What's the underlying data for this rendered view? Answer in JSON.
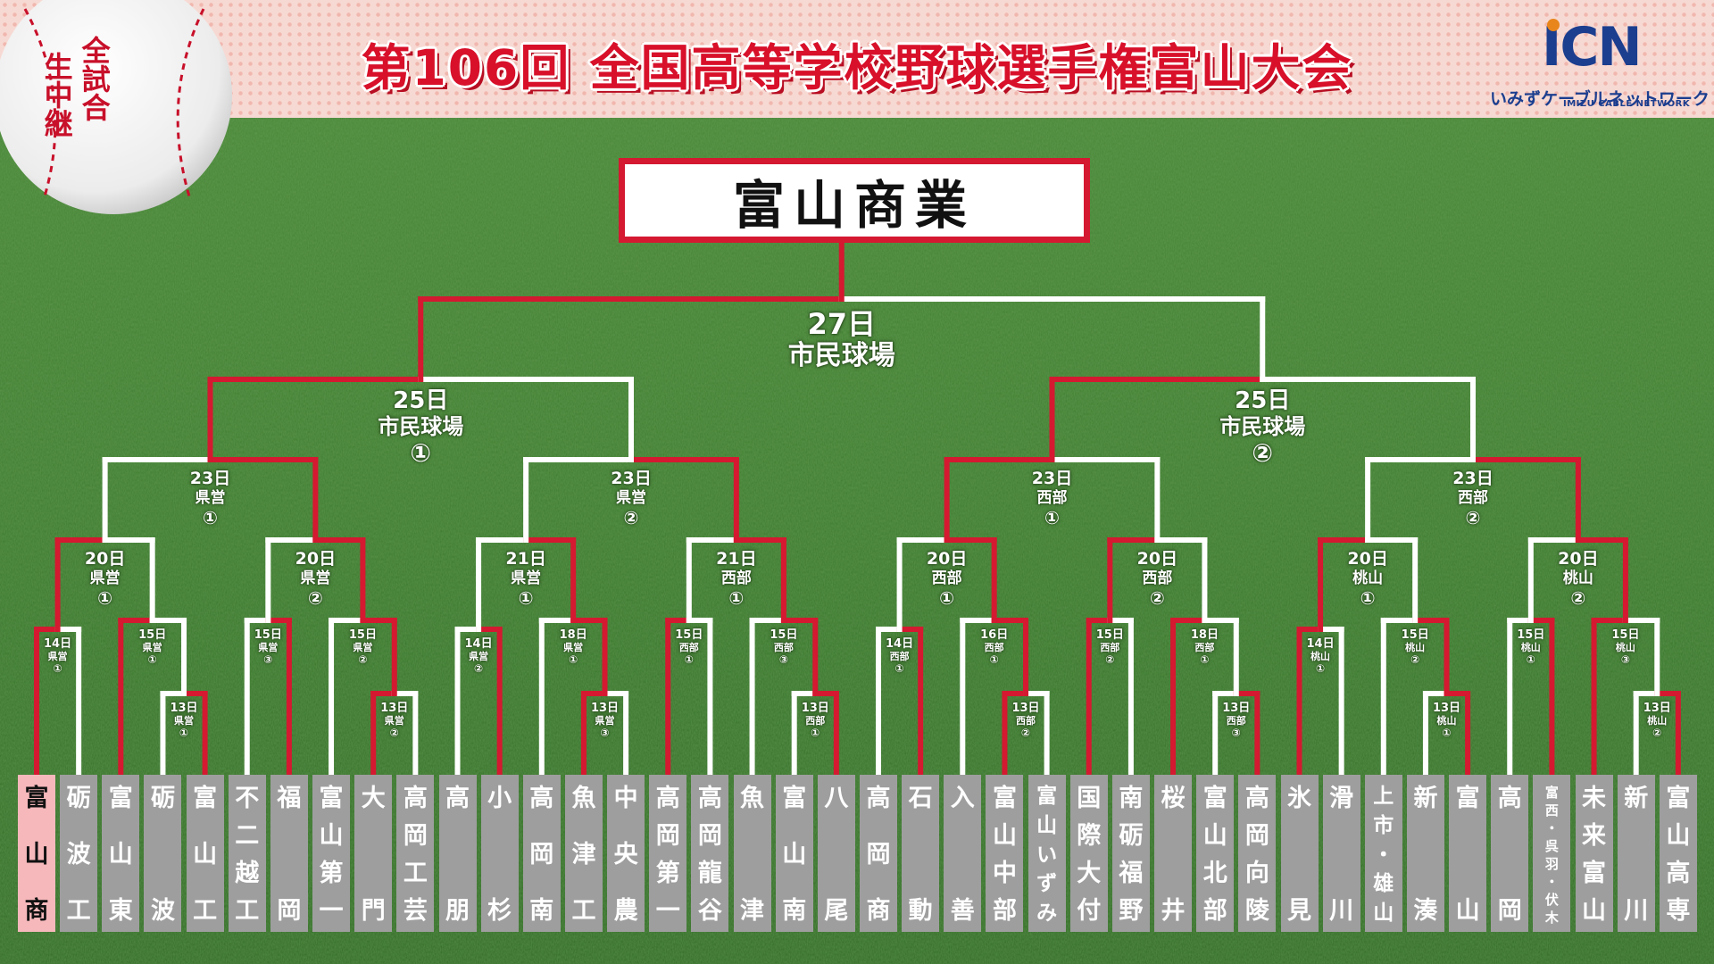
{
  "header": {
    "title": "第106回 全国高等学校野球選手権富山大会",
    "badge": [
      "全試合",
      "生中継"
    ],
    "logo": {
      "mark": "ICN",
      "sub": "いみずケーブルネットワーク",
      "sub_en": "IMIZU CABLE NETWORK"
    }
  },
  "colors": {
    "bracket_red": "#d41930",
    "bracket_white": "#ffffff",
    "title_red": "#d8102a",
    "grass": "#3a7a2c",
    "team_box": "#9e9e9e",
    "champion_box": "#f6b8bb"
  },
  "winner": "富山商業",
  "teams": [
    {
      "lines": [
        "富",
        "山",
        "商"
      ],
      "champion": true
    },
    {
      "lines": [
        "砺",
        "波",
        "工"
      ]
    },
    {
      "lines": [
        "富",
        "山",
        "東"
      ]
    },
    {
      "lines": [
        "砺",
        "波"
      ]
    },
    {
      "lines": [
        "富",
        "山",
        "工"
      ]
    },
    {
      "lines": [
        "不",
        "二",
        "越",
        "工"
      ]
    },
    {
      "lines": [
        "福",
        "岡"
      ]
    },
    {
      "lines": [
        "富",
        "山",
        "第",
        "一"
      ]
    },
    {
      "lines": [
        "大",
        "門"
      ]
    },
    {
      "lines": [
        "高",
        "岡",
        "工",
        "芸"
      ]
    },
    {
      "lines": [
        "高",
        "朋"
      ]
    },
    {
      "lines": [
        "小",
        "杉"
      ]
    },
    {
      "lines": [
        "高",
        "岡",
        "南"
      ]
    },
    {
      "lines": [
        "魚",
        "津",
        "工"
      ]
    },
    {
      "lines": [
        "中",
        "央",
        "農"
      ]
    },
    {
      "lines": [
        "高",
        "岡",
        "第",
        "一"
      ]
    },
    {
      "lines": [
        "高",
        "岡",
        "龍",
        "谷"
      ]
    },
    {
      "lines": [
        "魚",
        "津"
      ]
    },
    {
      "lines": [
        "富",
        "山",
        "南"
      ]
    },
    {
      "lines": [
        "八",
        "尾"
      ]
    },
    {
      "lines": [
        "高",
        "岡",
        "商"
      ]
    },
    {
      "lines": [
        "石",
        "動"
      ]
    },
    {
      "lines": [
        "入",
        "善"
      ]
    },
    {
      "lines": [
        "富",
        "山",
        "中",
        "部"
      ]
    },
    {
      "lines": [
        "富",
        "山",
        "い",
        "ず",
        "み"
      ]
    },
    {
      "lines": [
        "国",
        "際",
        "大",
        "付"
      ]
    },
    {
      "lines": [
        "南",
        "砺",
        "福",
        "野"
      ]
    },
    {
      "lines": [
        "桜",
        "井"
      ]
    },
    {
      "lines": [
        "富",
        "山",
        "北",
        "部"
      ]
    },
    {
      "lines": [
        "高",
        "岡",
        "向",
        "陵"
      ]
    },
    {
      "lines": [
        "氷",
        "見"
      ]
    },
    {
      "lines": [
        "滑",
        "川"
      ]
    },
    {
      "lines": [
        "上",
        "市",
        "・",
        "雄",
        "山"
      ]
    },
    {
      "lines": [
        "新",
        "湊"
      ]
    },
    {
      "lines": [
        "富",
        "山"
      ]
    },
    {
      "lines": [
        "高",
        "岡"
      ]
    },
    {
      "lines": [
        "富",
        "西",
        "・",
        "呉",
        "羽",
        "・",
        "伏",
        "木"
      ]
    },
    {
      "lines": [
        "未",
        "来",
        "富",
        "山"
      ]
    },
    {
      "lines": [
        "新",
        "川"
      ]
    },
    {
      "lines": [
        "富",
        "山",
        "高",
        "専"
      ]
    }
  ],
  "labels": [
    {
      "date": "14日",
      "venue": "県営",
      "num": "①"
    },
    {
      "date": "15日",
      "venue": "県営",
      "num": "①"
    },
    {
      "date": "13日",
      "venue": "県営",
      "num": "①"
    },
    {
      "date": "15日",
      "venue": "県営",
      "num": "③"
    },
    {
      "date": "15日",
      "venue": "県営",
      "num": "②"
    },
    {
      "date": "13日",
      "venue": "県営",
      "num": "②"
    },
    {
      "date": "14日",
      "venue": "県営",
      "num": "②"
    },
    {
      "date": "18日",
      "venue": "県営",
      "num": "①"
    },
    {
      "date": "13日",
      "venue": "県営",
      "num": "③"
    },
    {
      "date": "15日",
      "venue": "西部",
      "num": "①"
    },
    {
      "date": "15日",
      "venue": "西部",
      "num": "③"
    },
    {
      "date": "13日",
      "venue": "西部",
      "num": "①"
    },
    {
      "date": "14日",
      "venue": "西部",
      "num": "①"
    },
    {
      "date": "16日",
      "venue": "西部",
      "num": "①"
    },
    {
      "date": "13日",
      "venue": "西部",
      "num": "②"
    },
    {
      "date": "15日",
      "venue": "西部",
      "num": "②"
    },
    {
      "date": "18日",
      "venue": "西部",
      "num": "①"
    },
    {
      "date": "13日",
      "venue": "西部",
      "num": "③"
    },
    {
      "date": "14日",
      "venue": "桃山",
      "num": "①"
    },
    {
      "date": "15日",
      "venue": "桃山",
      "num": "②"
    },
    {
      "date": "13日",
      "venue": "桃山",
      "num": "①"
    },
    {
      "date": "15日",
      "venue": "桃山",
      "num": "①"
    },
    {
      "date": "15日",
      "venue": "桃山",
      "num": "③"
    },
    {
      "date": "13日",
      "venue": "桃山",
      "num": "②"
    },
    {
      "date": "20日",
      "venue": "県営",
      "num": "①"
    },
    {
      "date": "20日",
      "venue": "県営",
      "num": "②"
    },
    {
      "date": "21日",
      "venue": "県営",
      "num": "①"
    },
    {
      "date": "21日",
      "venue": "西部",
      "num": "①"
    },
    {
      "date": "20日",
      "venue": "西部",
      "num": "①"
    },
    {
      "date": "20日",
      "venue": "西部",
      "num": "②"
    },
    {
      "date": "20日",
      "venue": "桃山",
      "num": "①"
    },
    {
      "date": "20日",
      "venue": "桃山",
      "num": "②"
    },
    {
      "date": "23日",
      "venue": "県営",
      "num": "①"
    },
    {
      "date": "23日",
      "venue": "県営",
      "num": "②"
    },
    {
      "date": "23日",
      "venue": "西部",
      "num": "①"
    },
    {
      "date": "23日",
      "venue": "西部",
      "num": "②"
    },
    {
      "date": "25日",
      "venue": "市民球場",
      "num": "①"
    },
    {
      "date": "25日",
      "venue": "市民球場",
      "num": "②"
    },
    {
      "date": "27日",
      "venue": "市民球場",
      "num": ""
    }
  ]
}
